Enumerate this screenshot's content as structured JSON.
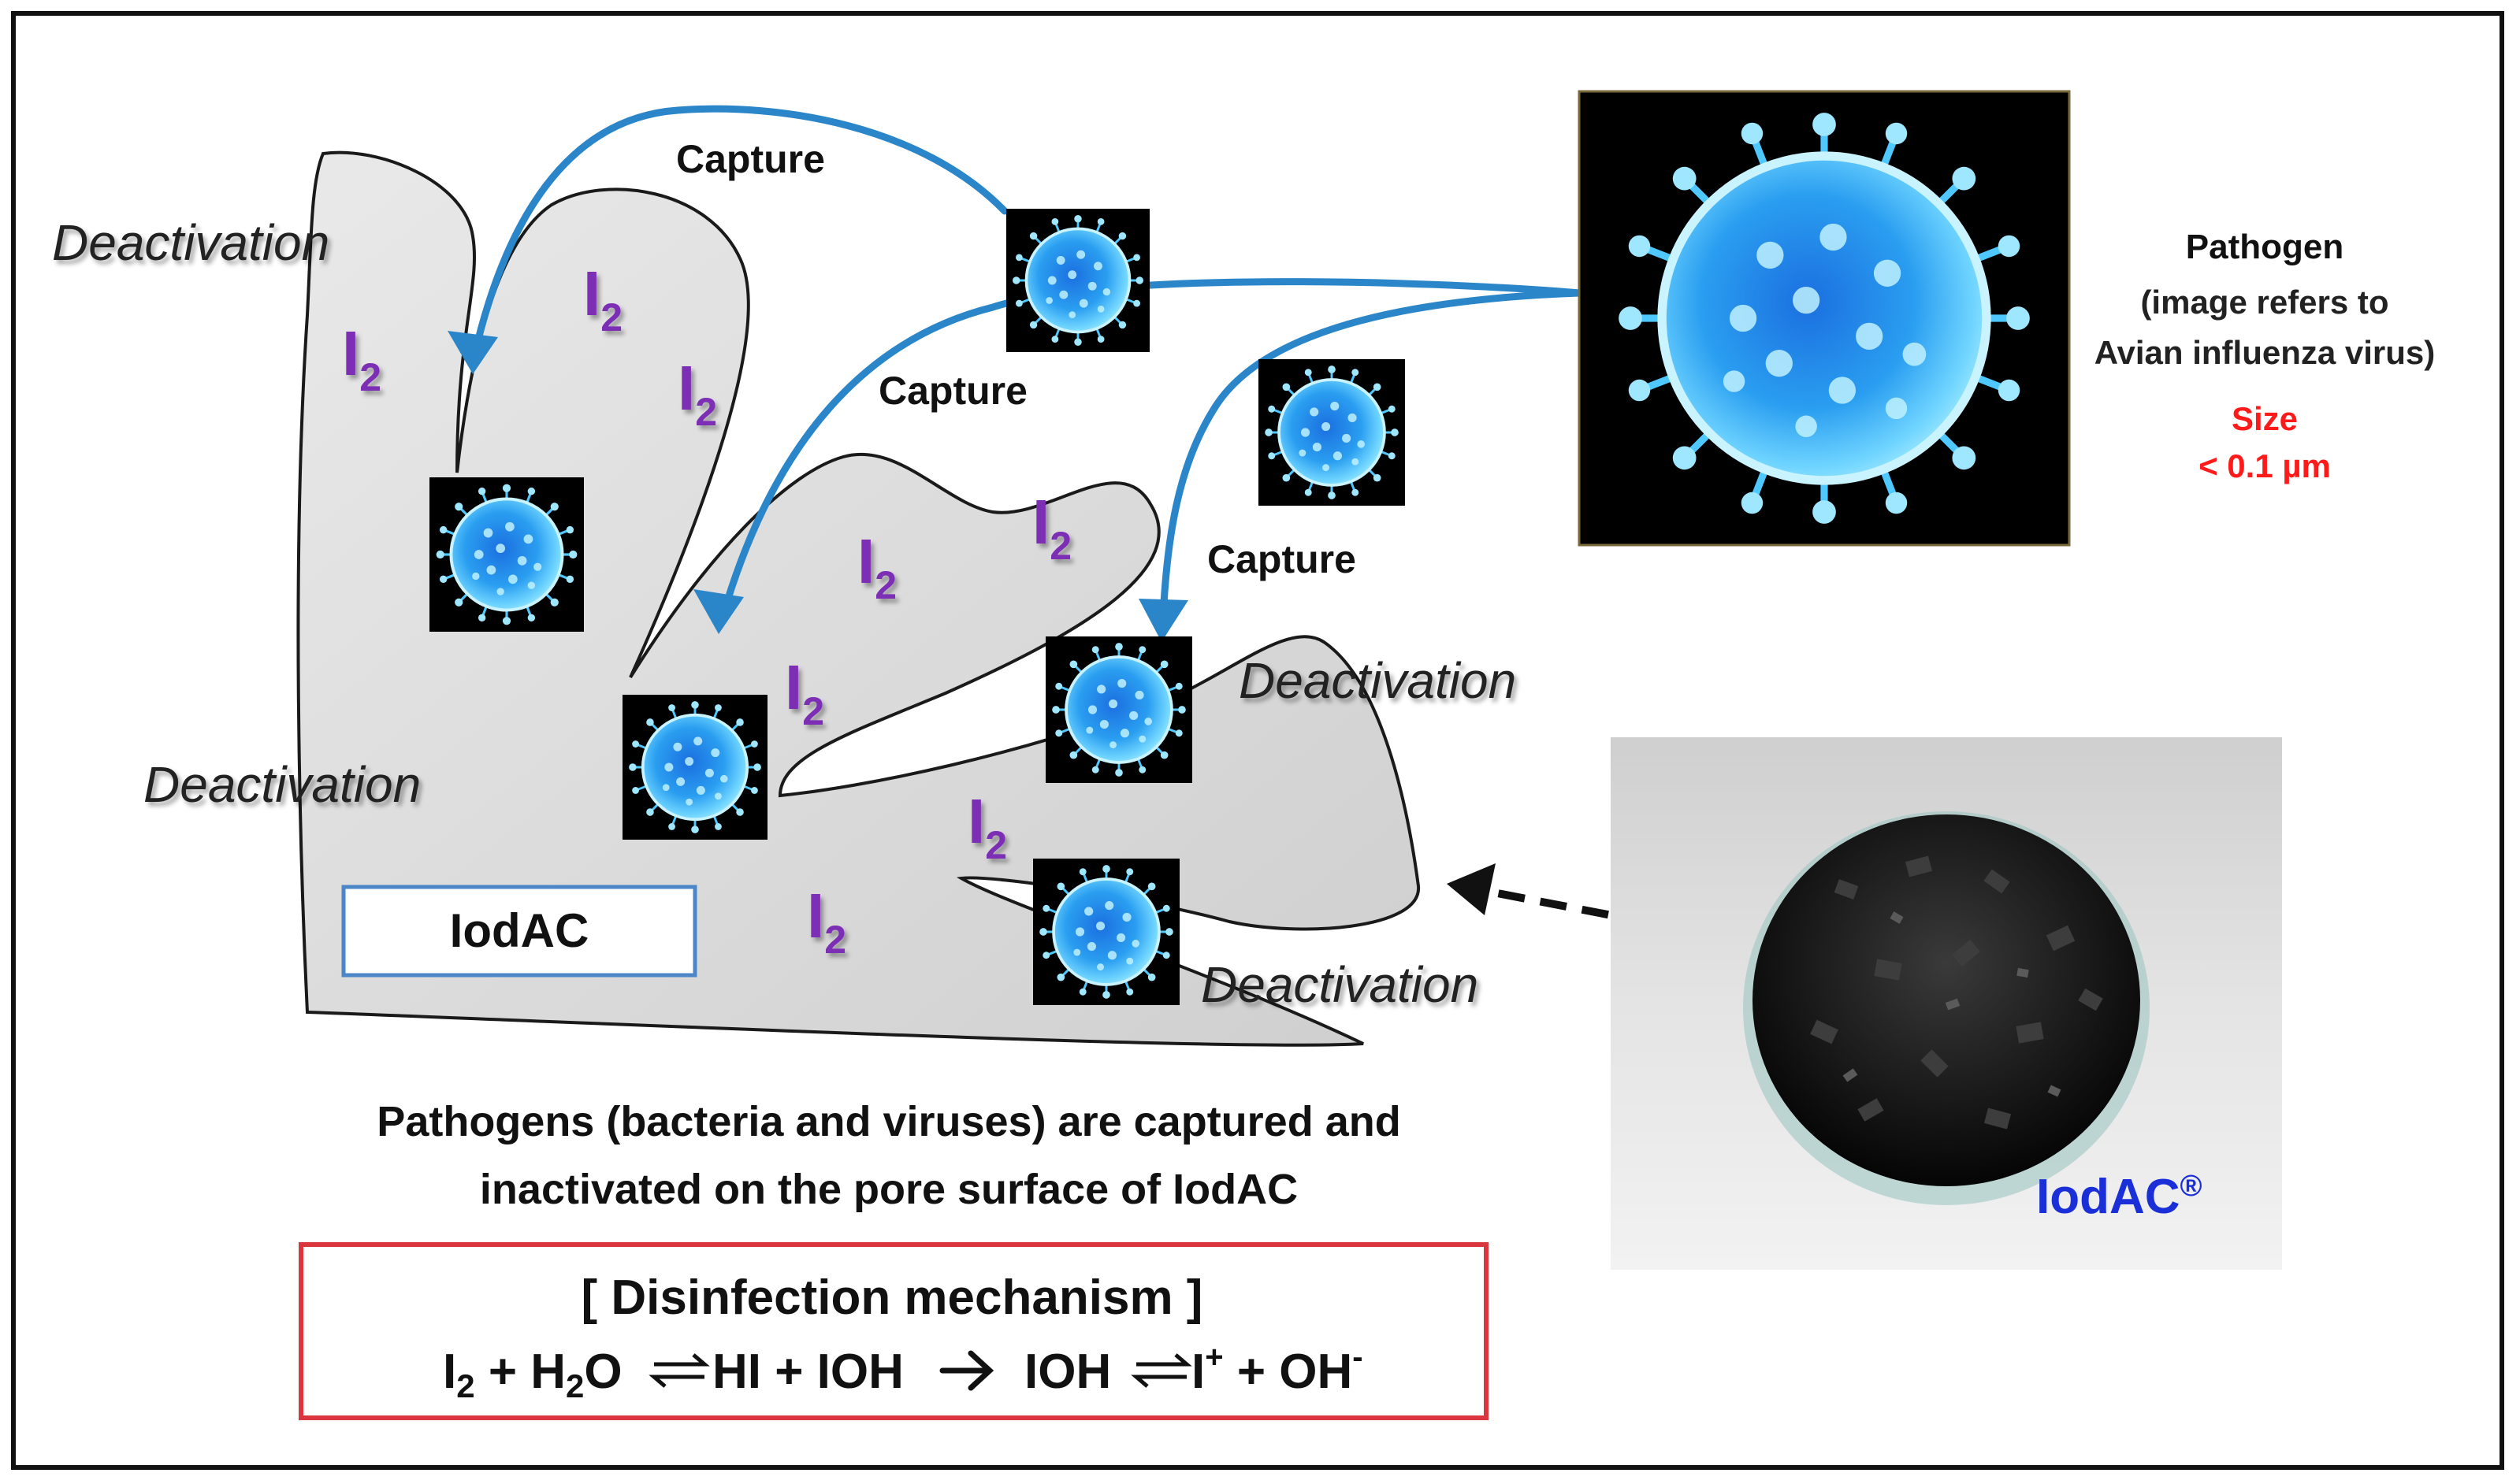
{
  "labels": {
    "deactivation": [
      "Deactivation",
      "Deactivation",
      "Deactivation",
      "Deactivation"
    ],
    "capture": [
      "Capture",
      "Capture",
      "Capture"
    ],
    "iodine": "I",
    "iodine_sub": "2"
  },
  "pathogen": {
    "title": "Pathogen",
    "line1": "(image refers to",
    "line2": "Avian influenza virus)",
    "size_label": "Size",
    "size_value": "< 0.1 µm"
  },
  "material_box": {
    "label": "IodAC"
  },
  "photo": {
    "label": "IodAC",
    "mark": "®"
  },
  "caption": {
    "line1": "Pathogens (bacteria and viruses) are captured and",
    "line2": "inactivated on the pore surface of IodAC"
  },
  "mechanism": {
    "title": "[ Disinfection  mechanism  ]",
    "eq": {
      "I": "I",
      "sub2": "2",
      "plus_h": " + H",
      "subh": "2",
      "o": "O",
      "hi_ioh": "HI + IOH",
      "ioh": "IOH",
      "iplus": "I",
      "plus_sup": "+",
      "oh": " + OH",
      "minus_sup": "-"
    }
  },
  "colors": {
    "arrow": "#2a86c9",
    "iodine": "#7b2fb5",
    "size_text": "#ff1a1a",
    "mechanism_border": "#d9363e",
    "material_box_border": "#4a86c8",
    "photo_label": "#1a2fd8",
    "pore_fill": "#d9d9d9"
  },
  "icons": [
    "virus-icon",
    "activated-carbon-photo",
    "dashed-arrow-icon"
  ]
}
